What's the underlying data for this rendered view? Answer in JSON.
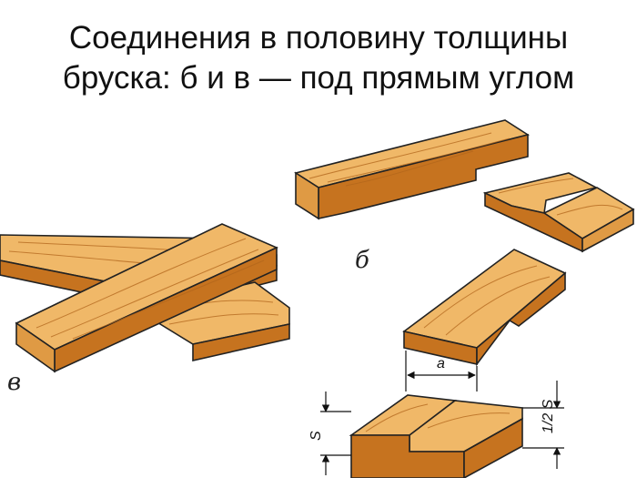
{
  "title": {
    "line1": "Соединения в половину толщины",
    "line2": "бруска: б и в — под прямым углом"
  },
  "labels": {
    "b": "б",
    "v": "в"
  },
  "dimensions": {
    "a": "a",
    "half_s": "1/2 S",
    "s": "S"
  },
  "colors": {
    "wood_top": "#f0b868",
    "wood_side": "#c6731f",
    "wood_end": "#df9a44",
    "outline": "#222222"
  }
}
